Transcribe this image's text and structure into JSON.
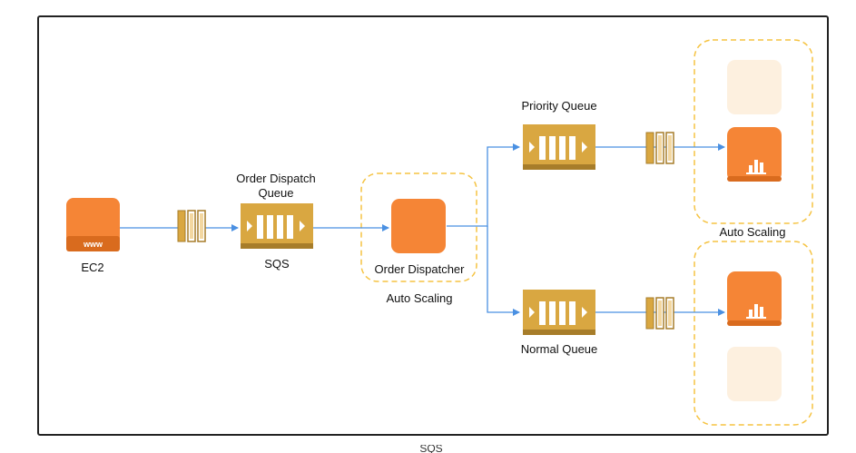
{
  "diagram": {
    "ec2": {
      "label": "EC2",
      "icon_text": "www"
    },
    "sqs": {
      "title": "Order Dispatch Queue",
      "title_line1": "Order Dispatch",
      "title_line2": "Queue",
      "label": "SQS"
    },
    "dispatcher": {
      "label": "Order Dispatcher",
      "group_label": "Auto Scaling"
    },
    "priority_queue": {
      "label": "Priority Queue"
    },
    "normal_queue": {
      "label": "Normal Queue"
    },
    "top_group": {
      "label": "Auto Scaling"
    },
    "bottom_group": {
      "label": ""
    },
    "below_text": "SQS"
  },
  "colors": {
    "orange": "#F58536",
    "orange_light": "#FDF0DF",
    "gold": "#D9A741",
    "gold_dark": "#A77D2A",
    "arrow": "#4A90E2",
    "dash": "#F5C342"
  }
}
